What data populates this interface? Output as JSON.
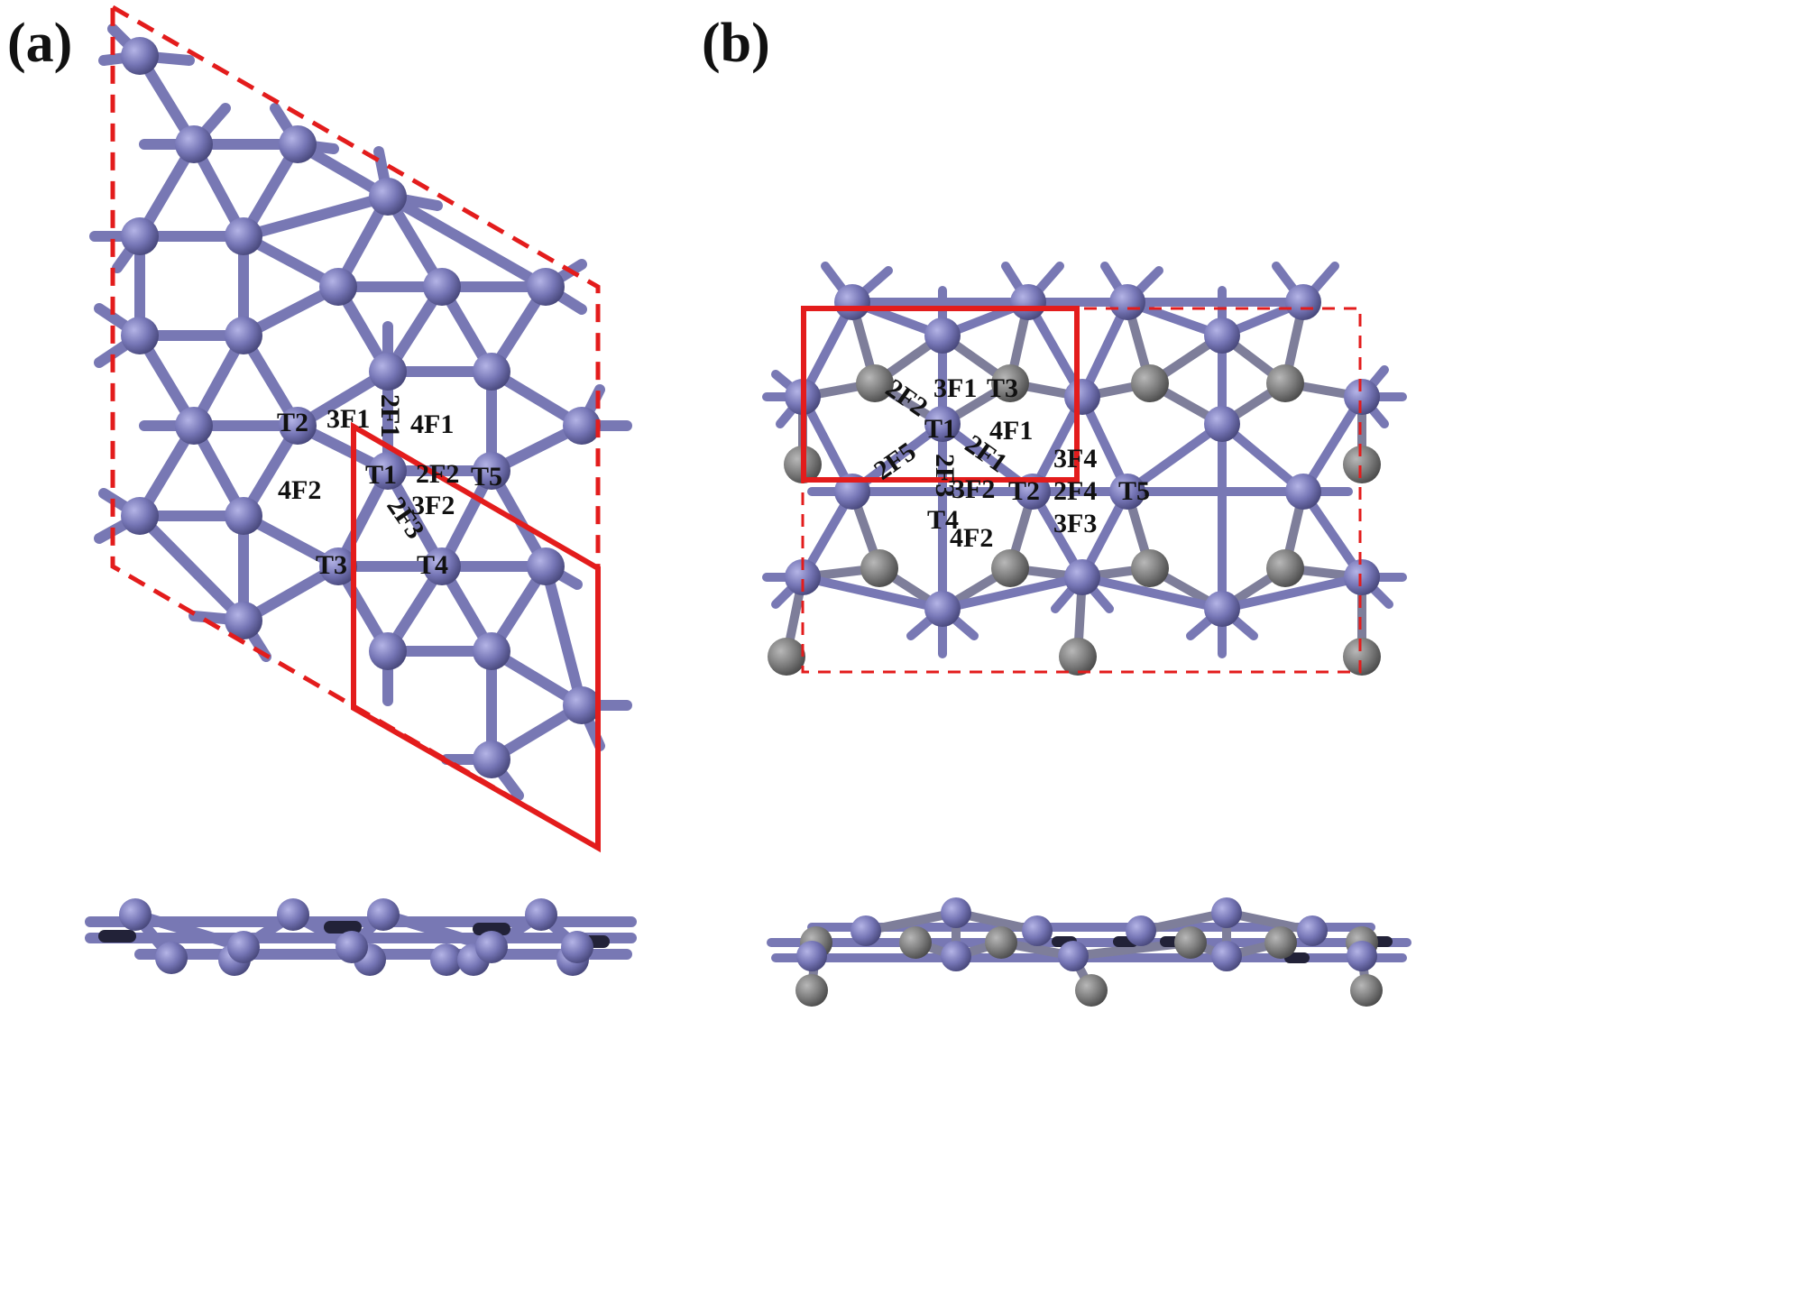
{
  "panels": [
    {
      "id": "a",
      "label": "(a)",
      "sites": [
        "T1",
        "T2",
        "T3",
        "T4",
        "T5",
        "3F1",
        "4F1",
        "2F1",
        "4F2",
        "2F2",
        "3F2",
        "2F3"
      ]
    },
    {
      "id": "b",
      "label": "(b)",
      "sites": [
        "T1",
        "T2",
        "T3",
        "T4",
        "T5",
        "3F1",
        "4F1",
        "2F2",
        "2F5",
        "2F1",
        "2F3",
        "3F2",
        "3F4",
        "2F4",
        "3F3",
        "4F2"
      ]
    }
  ],
  "colors": {
    "metal_atom": "#7878b4",
    "carbon_atom": "#808080",
    "cell_outline": "#e31c1c",
    "background": "#ffffff"
  }
}
